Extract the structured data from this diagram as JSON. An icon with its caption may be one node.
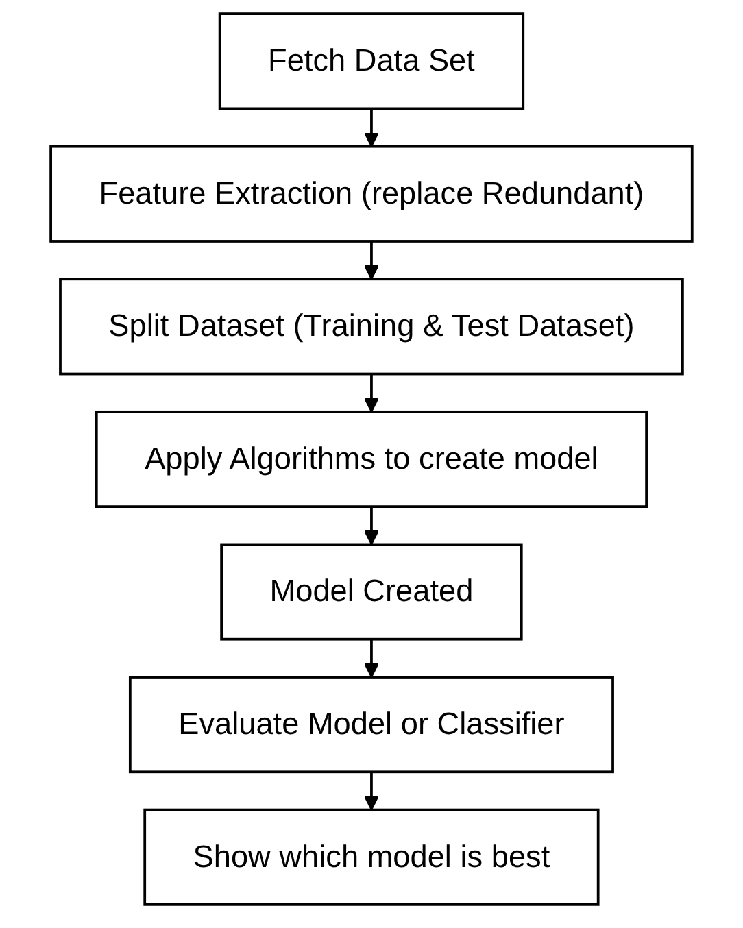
{
  "diagram": {
    "nodes": [
      {
        "text": [
          "Fetch Data Set"
        ]
      },
      {
        "text": [
          "Feature Extraction (replace Redundant)"
        ]
      },
      {
        "text": [
          "Split Dataset (Training & Test Dataset)"
        ]
      },
      {
        "text": [
          "Apply Algorithms to create model"
        ]
      },
      {
        "text": [
          "Model Created"
        ]
      },
      {
        "text": [
          "Evaluate Model or Classifier"
        ]
      },
      {
        "text": [
          "Show which model is best"
        ]
      }
    ],
    "edges": [
      {
        "from": 0,
        "to": 1,
        "arrow": "to"
      },
      {
        "from": 1,
        "to": 2,
        "arrow": "to"
      },
      {
        "from": 2,
        "to": 3,
        "arrow": "to"
      },
      {
        "from": 3,
        "to": 4,
        "arrow": "to"
      },
      {
        "from": 4,
        "to": 5,
        "arrow": "to"
      },
      {
        "from": 5,
        "to": 6,
        "arrow": "to"
      }
    ]
  }
}
